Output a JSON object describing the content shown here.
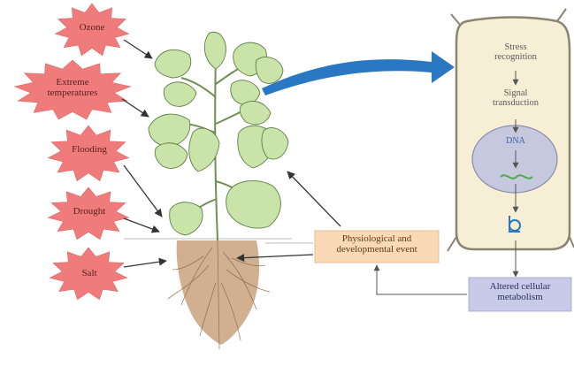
{
  "stresses": [
    {
      "id": "ozone",
      "label": "Ozone"
    },
    {
      "id": "extreme-temperatures",
      "label": "Extreme\ntemperatures"
    },
    {
      "id": "flooding",
      "label": "Flooding"
    },
    {
      "id": "drought",
      "label": "Drought"
    },
    {
      "id": "salt",
      "label": "Salt"
    }
  ],
  "cell": {
    "stress_recognition": "Stress\nrecognition",
    "signal_transduction": "Signal\ntransduction",
    "gene_label": "DNA"
  },
  "events": {
    "physiological": "Physiological and\ndevelopmental event",
    "altered_metabolism": "Altered cellular\nmetabolism"
  },
  "colors": {
    "stress_fill": "#f07b7b",
    "leaf_fill": "#c9e3a8",
    "root_fill": "#c9a27e",
    "cell_fill": "#f6efd6",
    "nucleus_fill": "#c6c9de",
    "event_box": "#fcd9b6",
    "metabolism_box": "#c7cbe8",
    "big_arrow": "#2a78c2"
  }
}
